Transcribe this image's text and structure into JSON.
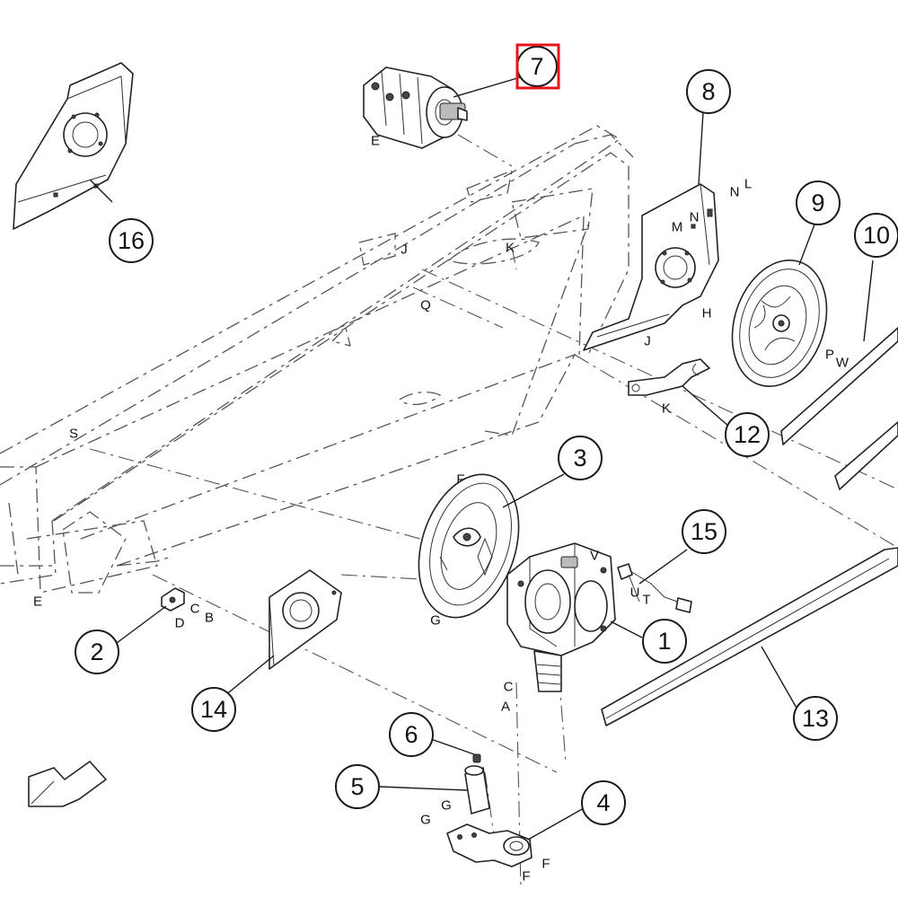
{
  "callouts": [
    {
      "id": "1",
      "label": "1"
    },
    {
      "id": "2",
      "label": "2"
    },
    {
      "id": "3",
      "label": "3"
    },
    {
      "id": "4",
      "label": "4"
    },
    {
      "id": "5",
      "label": "5"
    },
    {
      "id": "6",
      "label": "6"
    },
    {
      "id": "7",
      "label": "7"
    },
    {
      "id": "8",
      "label": "8"
    },
    {
      "id": "9",
      "label": "9"
    },
    {
      "id": "10",
      "label": "10"
    },
    {
      "id": "12",
      "label": "12"
    },
    {
      "id": "13",
      "label": "13"
    },
    {
      "id": "14",
      "label": "14"
    },
    {
      "id": "15",
      "label": "15"
    },
    {
      "id": "16",
      "label": "16"
    }
  ],
  "highlighted_callout": "7",
  "highlight_color": "#e8141c",
  "letters": {
    "e_top": "E",
    "j_top": "J",
    "k_top": "K",
    "q": "Q",
    "m": "M",
    "n_plate": "N",
    "n_right": "N",
    "l": "L",
    "h": "H",
    "j_plate": "J",
    "k_bracket": "K",
    "p": "P",
    "w": "W",
    "s": "S",
    "e_left": "E",
    "c_link": "C",
    "b": "B",
    "d": "D",
    "f_pulley": "F",
    "g_pulley": "G",
    "v": "V",
    "u": "U",
    "t": "T",
    "c_gear": "C",
    "a": "A",
    "g_pin": "G",
    "g_clamp": "G",
    "f_clamp1": "F",
    "f_clamp2": "F"
  },
  "icons": {
    "direction_arrow": "front-direction-arrow-icon"
  }
}
